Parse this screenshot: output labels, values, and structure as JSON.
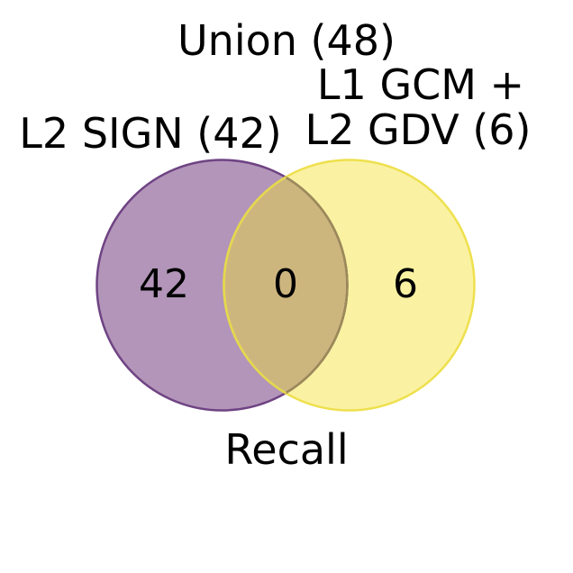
{
  "chart_data": {
    "type": "venn",
    "title": "Union (48)",
    "caption": "Recall",
    "union_total": 48,
    "overlap": 0,
    "sets": [
      {
        "label": "L2 SIGN",
        "label_display": "L2 SIGN (42)",
        "size": 42,
        "unique": 42,
        "color": "#b295b9"
      },
      {
        "label": "L1 GCM + L2 GDV",
        "label_display_lines": [
          "L1 GCM +",
          "L2 GDV (6)"
        ],
        "size": 6,
        "unique": 6,
        "color": "#faf2a2"
      }
    ],
    "region_values": {
      "left_only": "42",
      "overlap": "0",
      "right_only": "6"
    },
    "layout_hints": {
      "legend": "none",
      "grid": false,
      "background": "#ffffff"
    }
  },
  "colors": {
    "left_fill": "#b295b9",
    "left_edge": "#6f4383",
    "left_edge_in_overlap": "#9c8a58",
    "right_fill": "#faf2a2",
    "right_edge": "#eee04e",
    "right_edge_in_overlap": "#e5d84f",
    "overlap_fill": "#cdb67e",
    "text": "#000000",
    "background": "#ffffff"
  }
}
